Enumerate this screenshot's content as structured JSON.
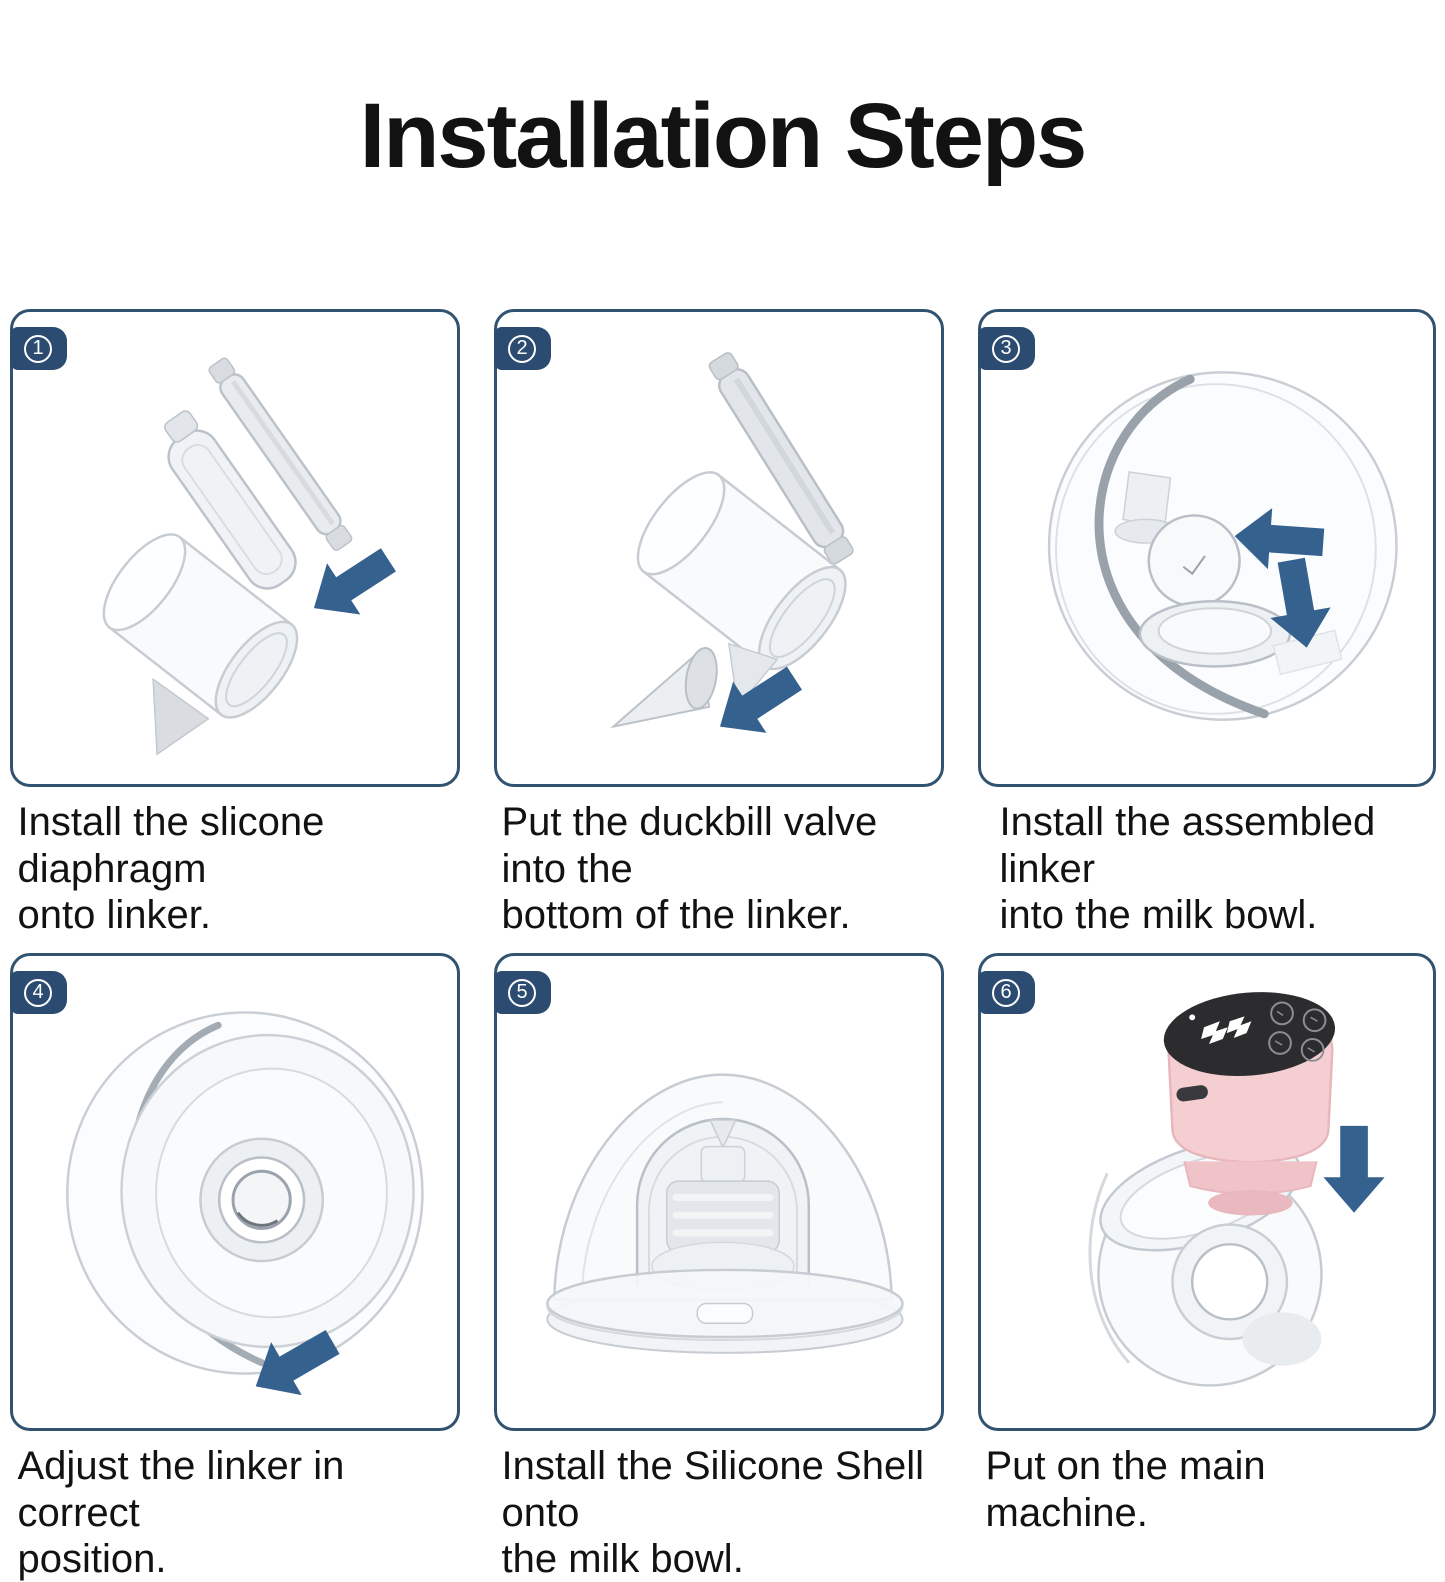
{
  "title": "Installation Steps",
  "colors": {
    "border": "#32536f",
    "badge": "#2b4b70",
    "arrow": "#35618f",
    "ink": "#121212",
    "pink": "#f5ced2",
    "pink_dark": "#e7b7bd"
  },
  "steps": [
    {
      "number": "1",
      "caption": "Install the slicone diaphragm\n onto linker.",
      "illustration": "silicone-diaphragm-and-linker"
    },
    {
      "number": "2",
      "caption": "Put the duckbill valve into the\n bottom of the linker.",
      "illustration": "duckbill-valve-and-linker"
    },
    {
      "number": "3",
      "caption": "Install the assembled linker\n into the milk bowl.",
      "illustration": "assembled-linker-into-milk-bowl"
    },
    {
      "number": "4",
      "caption": "Adjust the linker in correct\n position.",
      "illustration": "adjust-linker-front-view"
    },
    {
      "number": "5",
      "caption": "Install the Silicone Shell onto\nthe milk bowl.",
      "illustration": "silicone-shell-on-milk-bowl"
    },
    {
      "number": "6",
      "caption": "Put on the main machine.",
      "illustration": "main-machine-on-cup"
    }
  ]
}
